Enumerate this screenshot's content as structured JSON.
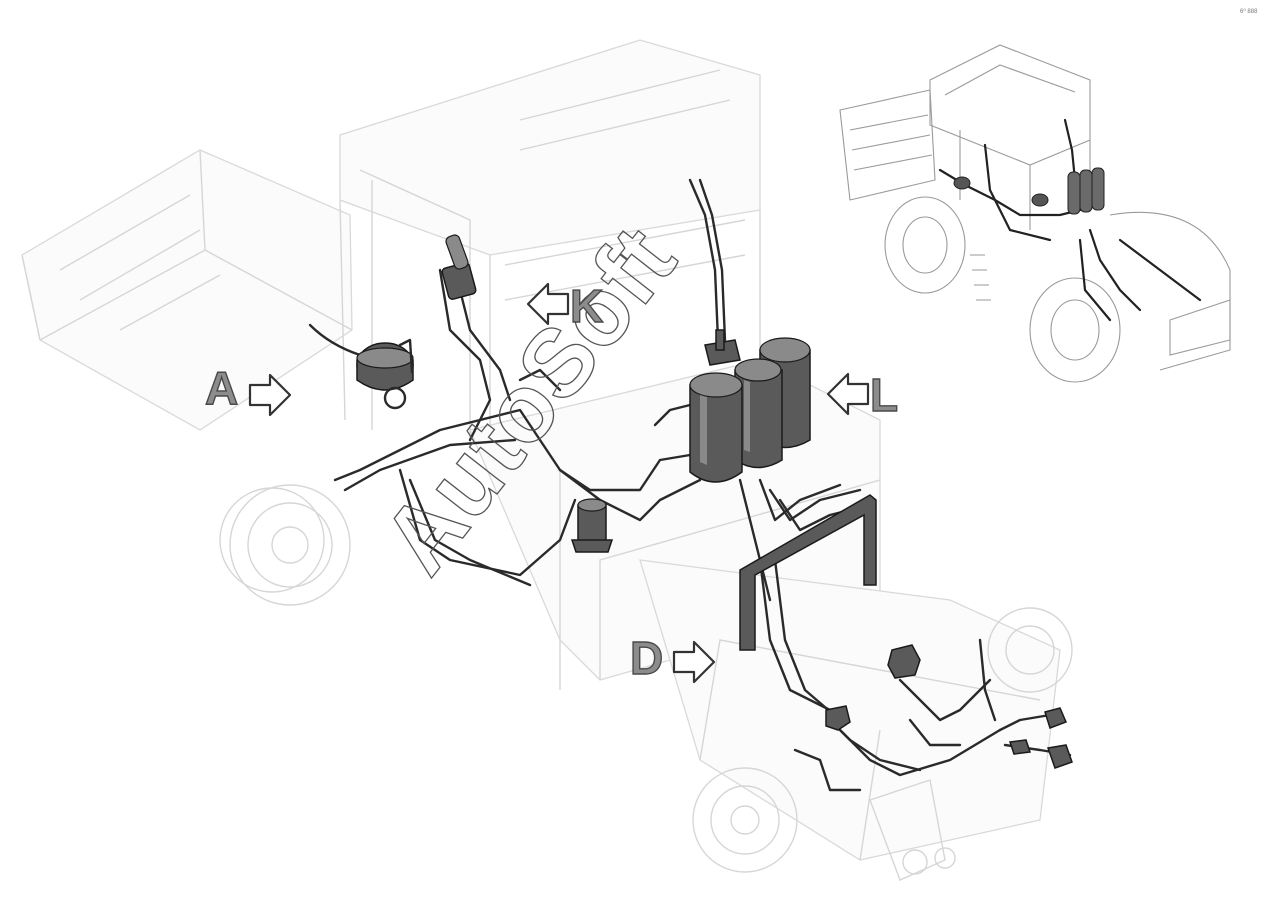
{
  "callouts": [
    {
      "id": "A",
      "label": "A"
    },
    {
      "id": "K",
      "label": "K"
    },
    {
      "id": "L",
      "label": "L"
    },
    {
      "id": "D",
      "label": "D"
    }
  ],
  "watermark": "AutoSoft",
  "corner_code": "6⁰ 888"
}
